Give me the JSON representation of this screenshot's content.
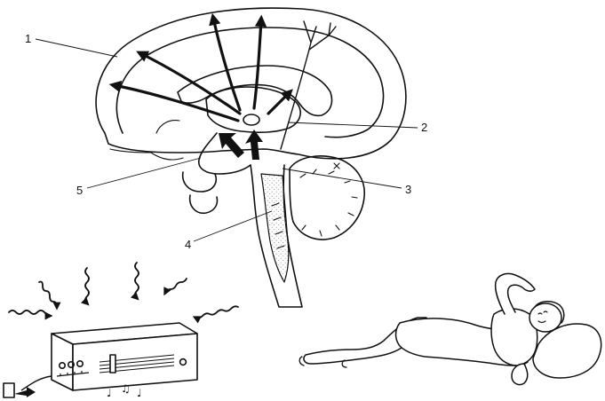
{
  "callouts": {
    "c1": "1",
    "c2": "2",
    "c3": "3",
    "c4": "4",
    "c5": "5"
  },
  "music_notes": {
    "n1": "♩",
    "n2": "♫",
    "n3": "♩"
  },
  "colors": {
    "ink": "#111111",
    "paper": "#ffffff",
    "stipple": "#8a8a8a"
  }
}
